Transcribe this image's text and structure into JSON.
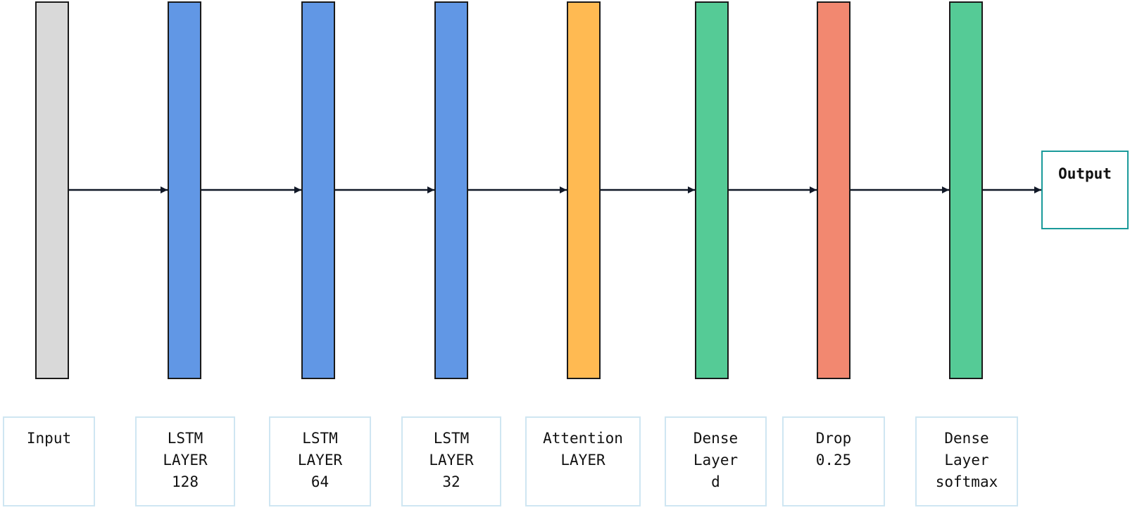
{
  "layers": [
    {
      "id": "input",
      "color": "#d9d9d9"
    },
    {
      "id": "lstm-128",
      "color": "#6197e5"
    },
    {
      "id": "lstm-64",
      "color": "#6197e5"
    },
    {
      "id": "lstm-32",
      "color": "#6197e5"
    },
    {
      "id": "attention",
      "color": "#ffba52"
    },
    {
      "id": "dense-d",
      "color": "#55cb96"
    },
    {
      "id": "dropout",
      "color": "#f28870"
    },
    {
      "id": "dense-softmax",
      "color": "#55cb96"
    }
  ],
  "output": {
    "label": "Output",
    "border_color": "#1a9a9a"
  },
  "labels": [
    {
      "lines": [
        "Input"
      ]
    },
    {
      "lines": [
        "LSTM",
        "LAYER",
        "128"
      ]
    },
    {
      "lines": [
        "LSTM",
        "LAYER",
        "64"
      ]
    },
    {
      "lines": [
        "LSTM",
        "LAYER",
        "32"
      ]
    },
    {
      "lines": [
        "Attention",
        "LAYER"
      ]
    },
    {
      "lines": [
        "Dense",
        "Layer",
        "d"
      ]
    },
    {
      "lines": [
        "Drop",
        "0.25"
      ]
    },
    {
      "lines": [
        "Dense",
        "Layer",
        "softmax"
      ]
    }
  ]
}
